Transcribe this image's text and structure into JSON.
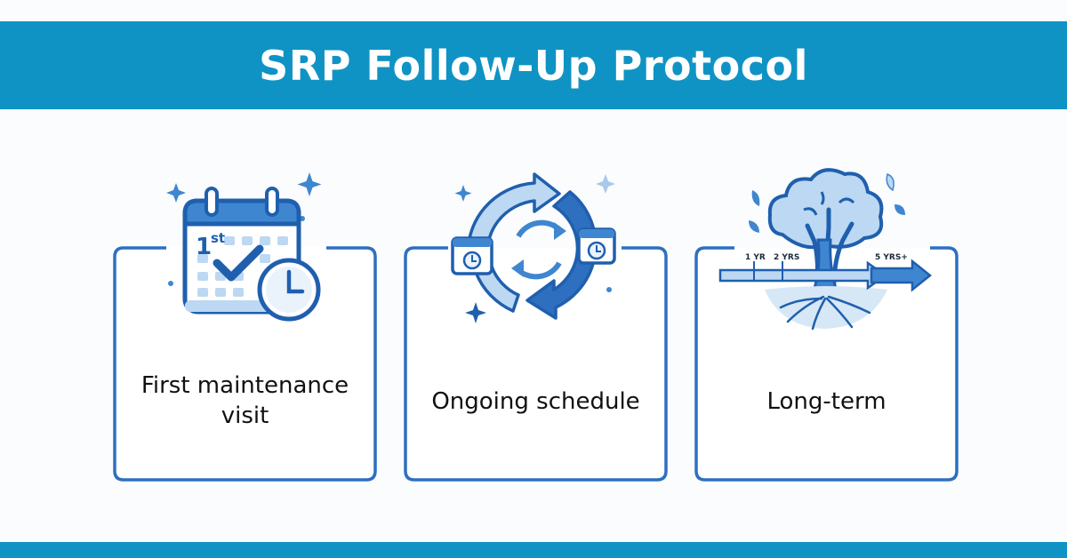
{
  "title": "SRP Follow-Up Protocol",
  "colors": {
    "header": "#0f93c4",
    "border": "#2e6fc0",
    "icon_dark": "#1f5fae",
    "icon_mid": "#3f86d0",
    "icon_light": "#bcd8f2",
    "card_bg": "#ffffff"
  },
  "cards": [
    {
      "label": "First maintenance visit",
      "icon": "calendar-clock-icon",
      "icon_text": {
        "ordinal_number": "1",
        "ordinal_suffix": "st"
      }
    },
    {
      "label": "Ongoing schedule",
      "icon": "recurring-cycle-icon"
    },
    {
      "label": "Long-term",
      "icon": "tree-timeline-icon",
      "icon_text": {
        "marker_1": "1 YR",
        "marker_2": "2 YRS",
        "marker_3": "5 YRS+"
      }
    }
  ]
}
